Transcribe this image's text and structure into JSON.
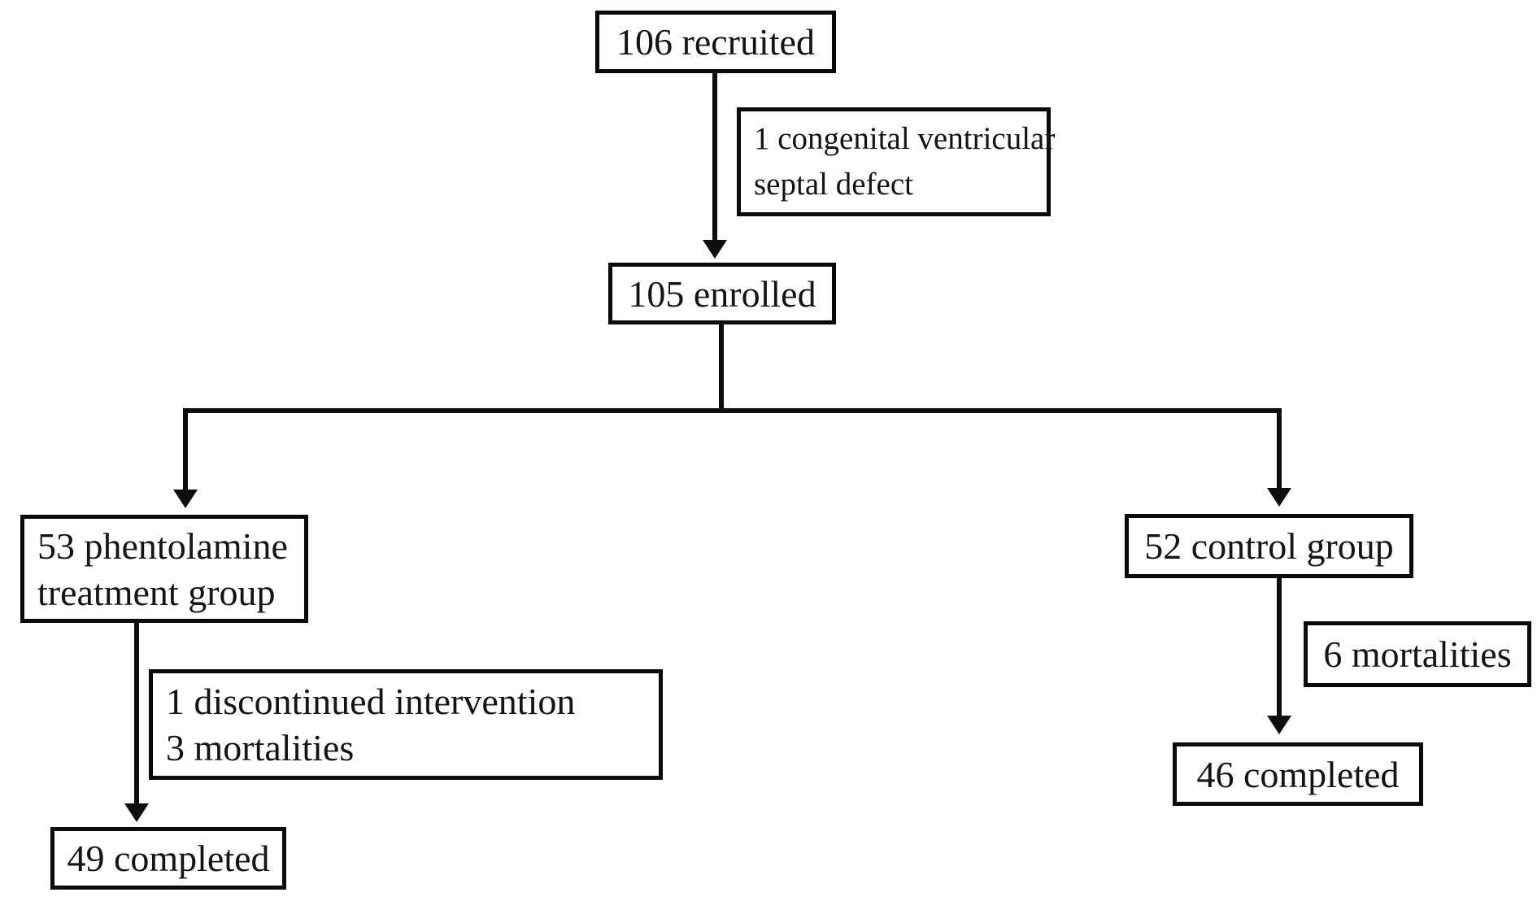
{
  "diagram": {
    "kind": "participant-flow-diagram",
    "colors": {
      "background": "#ffffff",
      "line": "#0e0e0e",
      "border": "#0a0a0a",
      "text": "#141414"
    },
    "nodes": {
      "recruited": {
        "label": "106 recruited"
      },
      "exclusion": {
        "lines": [
          "1 congenital  ventricular",
          "septal defect"
        ]
      },
      "enrolled": {
        "label": "105 enrolled"
      },
      "treatment": {
        "lines": [
          "53 phentolamine",
          "treatment group"
        ]
      },
      "control": {
        "label": "52 control group"
      },
      "treatment_dropout": {
        "lines": [
          "1 discontinued  intervention",
          "3 mortalities"
        ]
      },
      "control_dropout": {
        "label": "6 mortalities"
      },
      "treatment_completed": {
        "label": "49 completed"
      },
      "control_completed": {
        "label": "46 completed"
      }
    }
  }
}
